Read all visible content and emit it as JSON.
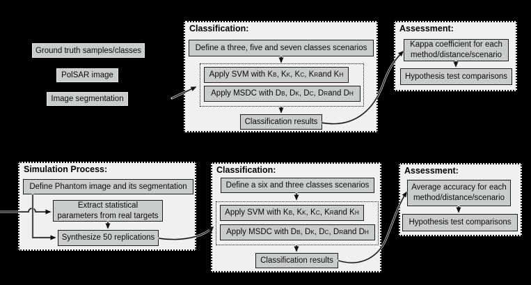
{
  "colors": {
    "background": "#000000",
    "panel": "#f0f0f0",
    "box_fill": "#c9cdca",
    "box_border": "#1c1c1c",
    "line": "#111111",
    "text": "#0a0a0a"
  },
  "inputs": {
    "ground_truth": "Ground truth samples/classes",
    "polsar": "PolSAR image",
    "segmentation": "Image segmentation"
  },
  "top_classification": {
    "title": "Classification:",
    "define": "Define a three, five and seven classes scenarios",
    "svm": "Apply SVM with K_B, K_K, K_C, K_R and K_H",
    "msdc": "Apply MSDC with D_B, D_K, D_C, D_R and D_H",
    "results": "Classification results"
  },
  "top_assessment": {
    "title": "Assessment:",
    "metric": "Kappa coefficient for each\nmethod/distance/scenario",
    "hypothesis": "Hypothesis test comparisons"
  },
  "simulation": {
    "title": "Simulation Process:",
    "define": "Define Phantom image and its segmentation",
    "extract": "Extract statistical\nparameters from real targets",
    "synthesize": "Synthesize 50 replications"
  },
  "bottom_classification": {
    "title": "Classification:",
    "define": "Define a six and three classes scenarios",
    "svm": "Apply SVM with K_B, K_K, K_C, K_R and K_H",
    "msdc": "Apply MSDC with D_B, D_K, D_C, D_R and D_H",
    "results": "Classification results"
  },
  "bottom_assessment": {
    "title": "Assessment:",
    "metric": "Average accuracy for each\nmethod/distance/scenario",
    "hypothesis": "Hypothesis test comparisons"
  }
}
